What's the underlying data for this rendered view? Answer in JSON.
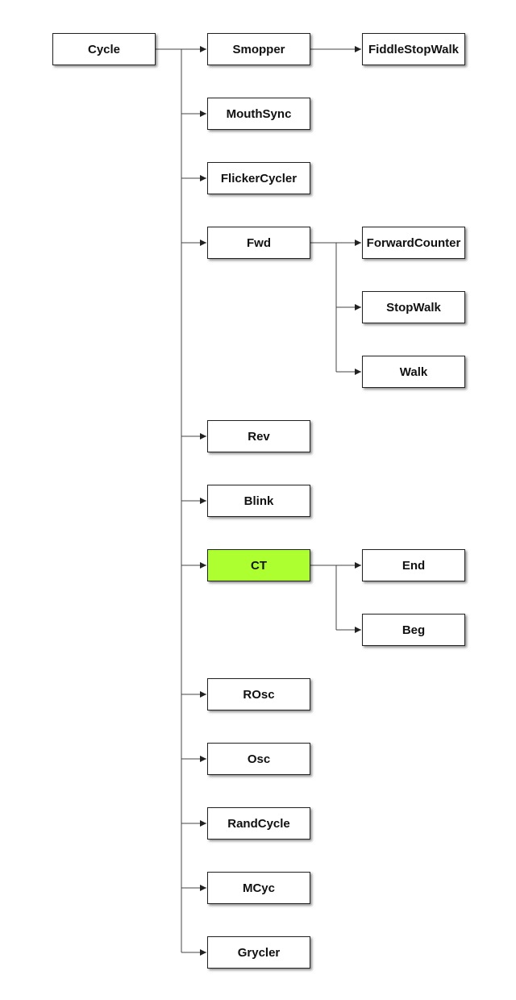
{
  "colors": {
    "node_fill": "#ffffff",
    "highlight_fill": "#adff2f",
    "edge": "#444444",
    "border": "#222222"
  },
  "tree": {
    "label": "Cycle",
    "children": [
      {
        "label": "Smopper",
        "children": [
          {
            "label": "FiddleStopWalk"
          }
        ]
      },
      {
        "label": "MouthSync"
      },
      {
        "label": "FlickerCycler"
      },
      {
        "label": "Fwd",
        "children": [
          {
            "label": "ForwardCounter"
          },
          {
            "label": "StopWalk"
          },
          {
            "label": "Walk"
          }
        ]
      },
      {
        "label": "Rev"
      },
      {
        "label": "Blink"
      },
      {
        "label": "CT",
        "highlight": true,
        "children": [
          {
            "label": "End"
          },
          {
            "label": "Beg"
          }
        ]
      },
      {
        "label": "ROsc"
      },
      {
        "label": "Osc"
      },
      {
        "label": "RandCycle"
      },
      {
        "label": "MCyc"
      },
      {
        "label": "Grycler"
      }
    ]
  }
}
